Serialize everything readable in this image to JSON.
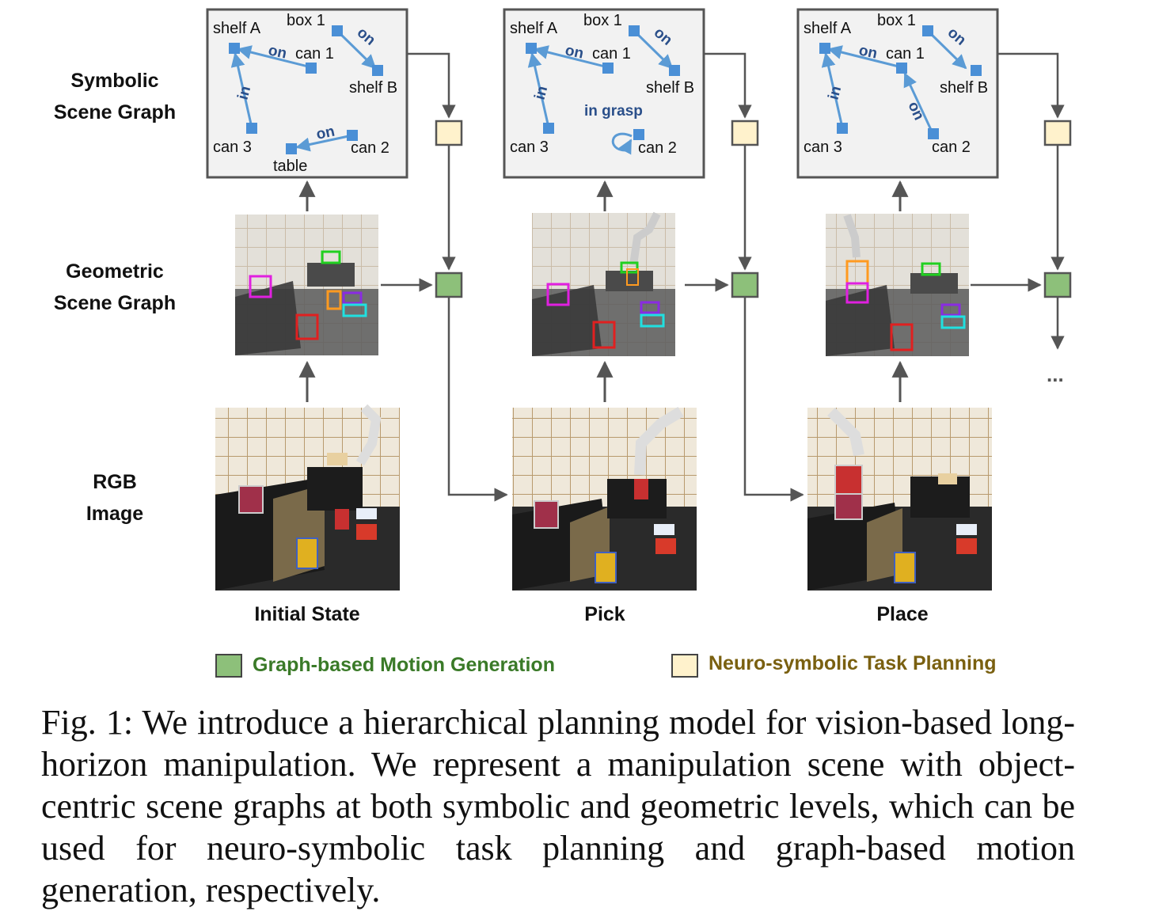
{
  "row_labels": {
    "symbolic": [
      "Symbolic",
      "Scene Graph"
    ],
    "geometric": [
      "Geometric",
      "Scene Graph"
    ],
    "rgb": [
      "RGB",
      "Image"
    ]
  },
  "columns": [
    {
      "label": "Initial State",
      "image_alt": "Photo: robot arm beside black table with cans and boxes (initial state)"
    },
    {
      "label": "Pick",
      "image_alt": "Photo: robot arm grasping can 2"
    },
    {
      "label": "Place",
      "image_alt": "Photo: robot arm after placing can 2 on can 1"
    }
  ],
  "scene_graphs": [
    {
      "nodes": {
        "shelf_a": "shelf A",
        "box1": "box 1",
        "can1": "can 1",
        "shelf_b": "shelf B",
        "can3": "can 3",
        "can2": "can 2",
        "table": "table"
      },
      "relations": {
        "box1_shelfb": "on",
        "can1_shelfa": "on",
        "can3_shelfa": "in",
        "can2_table": "on"
      }
    },
    {
      "nodes": {
        "shelf_a": "shelf A",
        "box1": "box 1",
        "can1": "can 1",
        "shelf_b": "shelf B",
        "can3": "can 3",
        "can2": "can 2"
      },
      "relations": {
        "box1_shelfb": "on",
        "can1_shelfa": "on",
        "can3_shelfa": "in",
        "can2_grasp": "in grasp"
      }
    },
    {
      "nodes": {
        "shelf_a": "shelf A",
        "box1": "box 1",
        "can1": "can 1",
        "shelf_b": "shelf B",
        "can3": "can 3",
        "can2": "can 2"
      },
      "relations": {
        "box1_shelfb": "on",
        "can1_shelfa": "on",
        "can3_shelfa": "in",
        "can2_can1": "on"
      }
    }
  ],
  "ellipsis": "...",
  "legend": {
    "motion": {
      "label": "Graph-based Motion Generation",
      "color": "#8dc07a",
      "text_color": "#3a7a28"
    },
    "task": {
      "label": "Neuro-symbolic Task Planning",
      "color": "#fff2cc",
      "text_color": "#7a6010"
    }
  },
  "colors": {
    "node": "#4a8fd6",
    "edge": "#5b9bd5",
    "relation_text": "#2a4f8a",
    "graph_bg": "#f2f2f2"
  },
  "caption": "Fig. 1: We introduce a hierarchical planning model for vision-based long-horizon manipulation. We represent a manipulation scene with object-centric scene graphs at both symbolic and geometric levels, which can be used for neuro-symbolic task planning and graph-based motion generation, respectively."
}
